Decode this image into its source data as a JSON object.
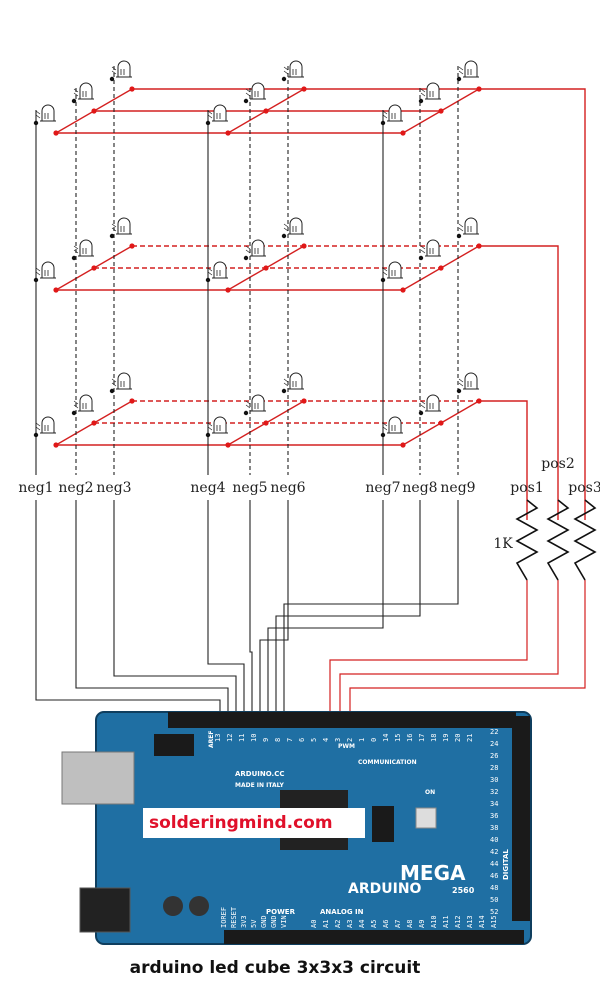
{
  "neg_labels": [
    "neg1",
    "neg2",
    "neg3",
    "neg4",
    "neg5",
    "neg6",
    "neg7",
    "neg8",
    "neg9"
  ],
  "pos_labels": [
    "pos1",
    "pos2",
    "pos3"
  ],
  "resistor_label": "1K",
  "watermark": "solderingmind.com",
  "caption": "arduino led cube 3x3x3 circuit",
  "board": {
    "brand": "ARDUINO",
    "model": "MEGA",
    "model_number": "2560",
    "site": "ARDUINO.CC",
    "made_in": "MADE IN ITALY",
    "communication": "COMMUNICATION",
    "pwm": "PWM",
    "power": "POWER",
    "analog_in": "ANALOG IN",
    "digital": "DIGITAL",
    "on": "ON",
    "aref": "AREF",
    "top_pins": [
      "13",
      "12",
      "11",
      "10",
      "9",
      "8",
      "7",
      "6",
      "5",
      "4",
      "3",
      "2",
      "1",
      "0",
      "14",
      "15",
      "16",
      "17",
      "18",
      "19",
      "20",
      "21"
    ],
    "right_pins": [
      "22",
      "24",
      "26",
      "28",
      "30",
      "32",
      "34",
      "36",
      "38",
      "40",
      "42",
      "44",
      "46",
      "48",
      "50",
      "52"
    ],
    "analog_pins": [
      "A0",
      "A1",
      "A2",
      "A3",
      "A4",
      "A5",
      "A6",
      "A7",
      "A8",
      "A9",
      "A10",
      "A11",
      "A12",
      "A13",
      "A14",
      "A15"
    ],
    "power_pins": [
      "IOREF",
      "RESET",
      "3V3",
      "5V",
      "GND",
      "GND",
      "VIN"
    ]
  },
  "colors": {
    "wire": "#222222",
    "red": "#d42020",
    "board": "#1f6fa3",
    "dot": "#e01818"
  }
}
